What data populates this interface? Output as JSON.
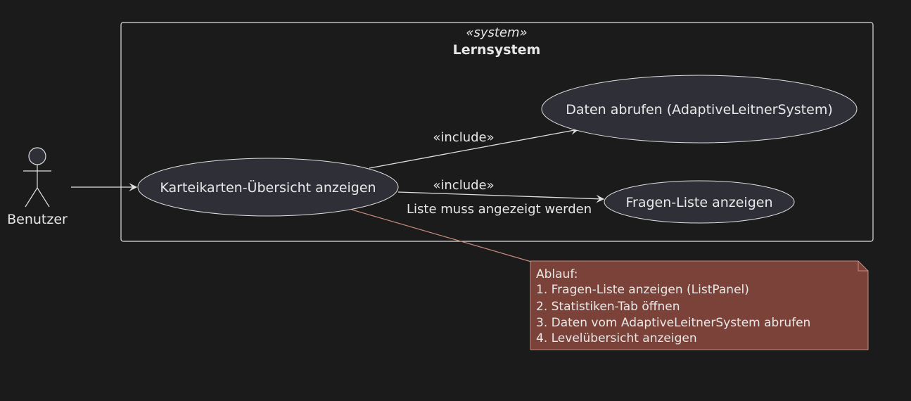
{
  "system": {
    "stereotype": "«system»",
    "title": "Lernsystem"
  },
  "actor": {
    "name": "Benutzer"
  },
  "use_cases": {
    "overview": "Karteikarten-Übersicht anzeigen",
    "fetch_data": "Daten abrufen (AdaptiveLeitnerSystem)",
    "question_list": "Fragen-Liste anzeigen"
  },
  "relations": {
    "include_1": "«include»",
    "include_2": "«include»",
    "include_2_note": "Liste muss angezeigt werden"
  },
  "note": {
    "lines": [
      "Ablauf:",
      "1. Fragen-Liste anzeigen (ListPanel)",
      "2. Statistiken-Tab öffnen",
      "3. Daten vom AdaptiveLeitnerSystem abrufen",
      "4. Levelübersicht anzeigen"
    ]
  },
  "colors": {
    "background": "#1b1b1b",
    "line": "#e0e0e0",
    "usecase_fill": "#2f2f38",
    "note_fill": "#7a4238",
    "note_border": "#c98b7e",
    "note_link": "#c98b7e"
  }
}
